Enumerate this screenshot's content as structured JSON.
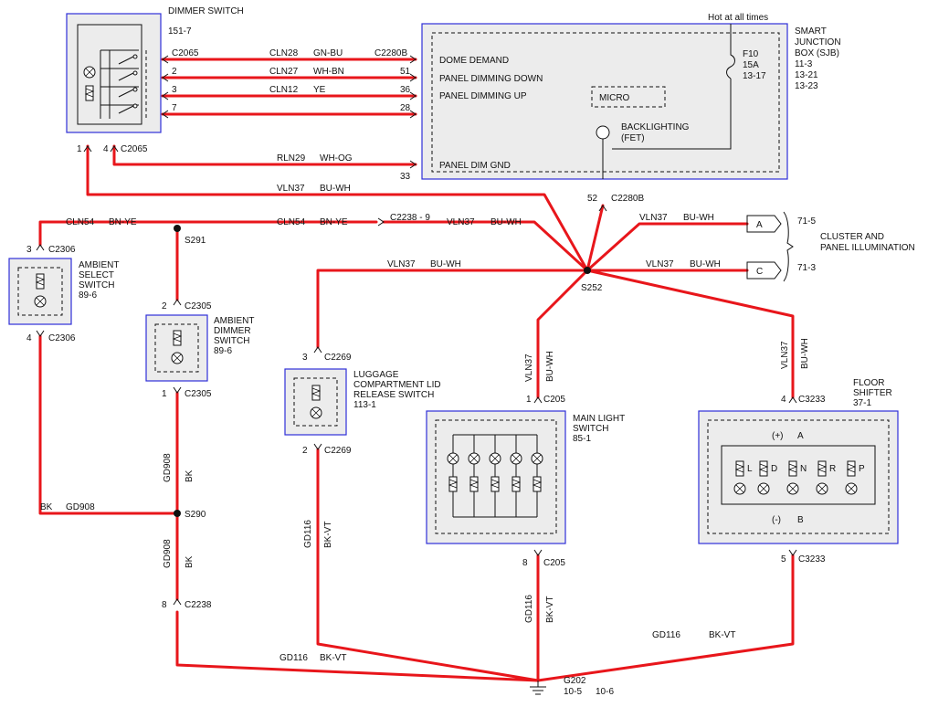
{
  "dimmer_switch": {
    "name": "DIMMER SWITCH",
    "ref": "151-7"
  },
  "sjb": {
    "name_l1": "SMART",
    "name_l2": "JUNCTION",
    "name_l3": "BOX (SJB)",
    "refs": [
      "11-3",
      "13-21",
      "13-23"
    ],
    "hot_label": "Hot at all times",
    "fuse": {
      "id": "F10",
      "rating": "15A",
      "ref": "13-17"
    }
  },
  "sjb_pins": [
    {
      "label": "DOME DEMAND",
      "pin": "C2280B"
    },
    {
      "label": "PANEL DIMMING DOWN",
      "pin": "51"
    },
    {
      "label": "PANEL DIMMING UP",
      "pin": "36"
    },
    {
      "label": "",
      "pin": "28"
    },
    {
      "label": "PANEL DIM GND",
      "pin": "33"
    }
  ],
  "sjb_inner": {
    "micro": "MICRO",
    "backlight_l1": "BACKLIGHTING",
    "backlight_l2": "(FET)",
    "pin": "52",
    "connector": "C2280B"
  },
  "dimmer_pins": [
    "C2065",
    "2",
    "3",
    "7"
  ],
  "dimmer_bottom": {
    "pin1": "1",
    "pin4": "4",
    "connector": "C2065"
  },
  "wires": [
    {
      "circuit": "CLN28",
      "color": "GN-BU"
    },
    {
      "circuit": "CLN27",
      "color": "WH-BN"
    },
    {
      "circuit": "CLN12",
      "color": "YE"
    },
    {
      "circuit": "RLN29",
      "color": "WH-OG"
    },
    {
      "circuit": "VLN37",
      "color": "BU-WH"
    },
    {
      "circuit": "CLN54",
      "color": "BN-YE"
    },
    {
      "circuit": "CLN54",
      "color": "BN-YE"
    },
    {
      "circuit": "VLN37",
      "color": "BU-WH"
    },
    {
      "circuit": "VLN37",
      "color": "BU-WH"
    },
    {
      "circuit": "VLN37",
      "color": "BU-WH"
    },
    {
      "circuit": "VLN37",
      "color": "BU-WH"
    },
    {
      "circuit": "GD908",
      "color": "BK"
    },
    {
      "circuit": "GD908",
      "color": "BK"
    },
    {
      "circuit": "GD908",
      "color": "BK"
    },
    {
      "circuit": "GD116",
      "color": "BK-VT"
    },
    {
      "circuit": "GD116",
      "color": "BK-VT"
    },
    {
      "circuit": "GD116",
      "color": "BK-VT"
    },
    {
      "circuit": "GD116",
      "color": "BK-VT"
    },
    {
      "circuit": "VLN37",
      "color": "BU-WH"
    },
    {
      "circuit": "VLN37",
      "color": "BU-WH"
    }
  ],
  "connector_c2238": "C2238 - 9",
  "splices": {
    "s291": "S291",
    "s290": "S290",
    "s252": "S252"
  },
  "cluster": {
    "conn_a": "A",
    "conn_c": "C",
    "ref_a": "71-5",
    "ref_c": "71-3",
    "label_l1": "CLUSTER AND",
    "label_l2": "PANEL ILLUMINATION"
  },
  "ambient_select": {
    "name_l1": "AMBIENT",
    "name_l2": "SELECT",
    "name_l3": "SWITCH",
    "ref": "89-6",
    "pin_top": "3",
    "pin_bottom": "4",
    "connector": "C2306"
  },
  "ambient_dimmer": {
    "name_l1": "AMBIENT",
    "name_l2": "DIMMER",
    "name_l3": "SWITCH",
    "ref": "89-6",
    "pin_top": "2",
    "pin_bottom": "1",
    "connector": "C2305"
  },
  "luggage": {
    "name_l1": "LUGGAGE",
    "name_l2": "COMPARTMENT LID",
    "name_l3": "RELEASE SWITCH",
    "ref": "113-1",
    "pin_top": "3",
    "pin_bottom": "2",
    "connector": "C2269"
  },
  "main_light": {
    "name_l1": "MAIN LIGHT",
    "name_l2": "SWITCH",
    "ref": "85-1",
    "pin_top": "1",
    "pin_bottom": "8",
    "connector": "C205"
  },
  "floor_shifter": {
    "name_l1": "FLOOR",
    "name_l2": "SHIFTER",
    "ref": "37-1",
    "pin_top": "4",
    "pin_bottom": "5",
    "connector": "C3233",
    "plus": "(+)",
    "minus": "(-)",
    "a": "A",
    "b": "B",
    "gears": [
      "L",
      "D",
      "N",
      "R",
      "P"
    ]
  },
  "c2238_lower": {
    "pin": "8",
    "connector": "C2238"
  },
  "ground": {
    "name": "G202",
    "refs": [
      "10-5",
      "10-6"
    ]
  }
}
